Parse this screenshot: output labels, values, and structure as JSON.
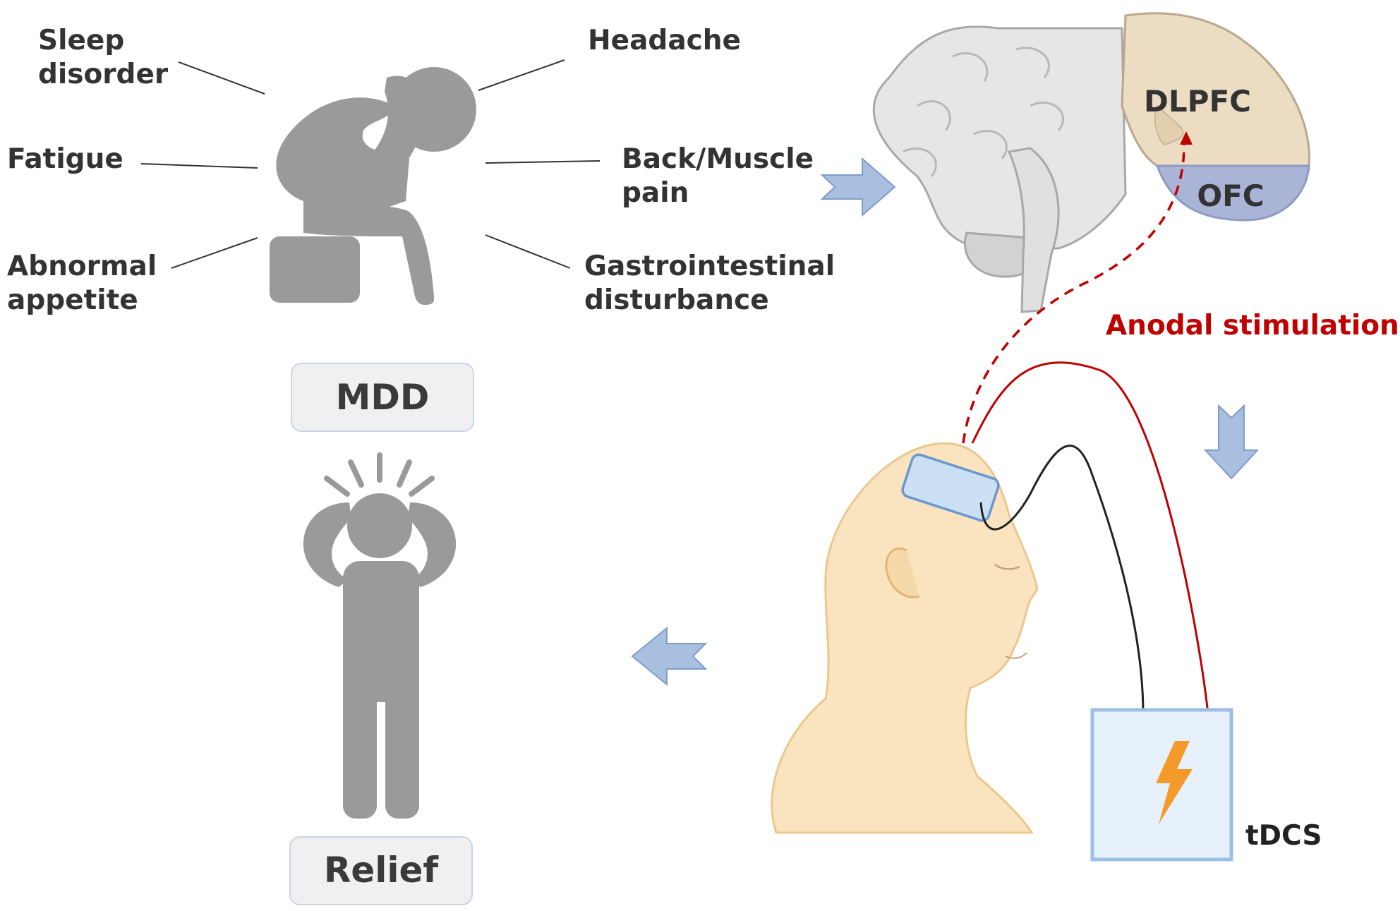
{
  "symptoms": {
    "sleep_disorder": [
      "Sleep",
      "disorder"
    ],
    "headache": "Headache",
    "fatigue": "Fatigue",
    "back_muscle_pain": [
      "Back/Muscle",
      "pain"
    ],
    "abnormal_appetite": [
      "Abnormal",
      "appetite"
    ],
    "gastrointestinal": [
      "Gastrointestinal",
      "disturbance"
    ]
  },
  "brain": {
    "region_dlpfc": "DLPFC",
    "region_ofc": "OFC",
    "stimulation": "Anodal stimulation"
  },
  "labels": {
    "mdd": "MDD",
    "relief": "Relief",
    "device": "tDCS"
  },
  "colors": {
    "figure_gray": "#9a9a9a",
    "arrow_blue": "#a9bfe0",
    "dlpfc_fill": "#ecdcc1",
    "ofc_fill": "#a9b4d6",
    "skin": "#fae4c0",
    "anodal_red": "#c00000",
    "device_border": "#9dbfe3",
    "bolt_orange": "#f39a2b",
    "label_box_fill": "#f0f0f0"
  }
}
